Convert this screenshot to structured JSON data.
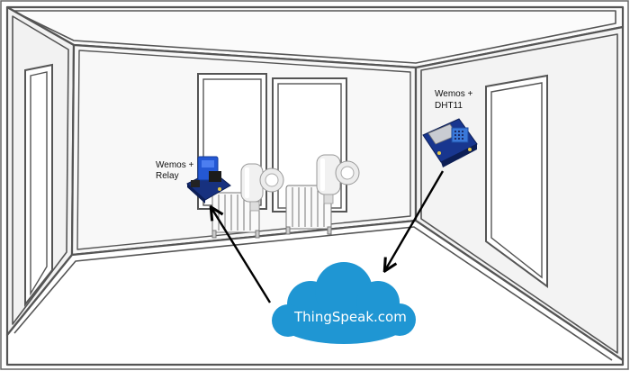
{
  "labels": {
    "relay_line1": "Wemos +",
    "relay_line2": "Relay",
    "sensor_line1": "Wemos +",
    "sensor_line2": "DHT11",
    "cloud": "ThingSpeak.com"
  },
  "colors": {
    "wall_fill": "#f4f4f4",
    "wall_stroke": "#555555",
    "cloud": "#1f96d3",
    "board_blue": "#1e3fa8",
    "arrow": "#000000"
  },
  "icons": {
    "relay_module": "wemos-relay-board",
    "sensor_module": "wemos-dht11-board",
    "thermostat_valve": "radiator-valve",
    "radiator": "radiator",
    "cloud": "cloud"
  }
}
